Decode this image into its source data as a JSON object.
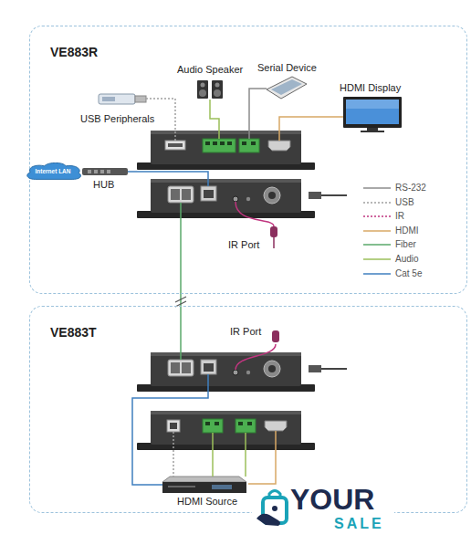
{
  "diagram": {
    "nodes": [
      {
        "text": [
          "VE883R"
        ]
      },
      {
        "text": [
          "Internet LAN"
        ],
        "in": 0
      },
      {
        "text": [
          "VE883T"
        ]
      }
    ],
    "labels": [
      "Audio Speaker",
      "Serial Device",
      "HDMI Display",
      "USB Peripherals",
      "HUB",
      "IR Port",
      "IR Port",
      "HDMI Source",
      "YOUR",
      "SALE"
    ],
    "legend": [
      {
        "text": "RS-232"
      },
      {
        "text": "USB"
      },
      {
        "text": "IR"
      },
      {
        "text": "HDMI"
      },
      {
        "text": "Fiber"
      },
      {
        "text": "Audio"
      },
      {
        "text": "Cat 5e"
      }
    ]
  }
}
